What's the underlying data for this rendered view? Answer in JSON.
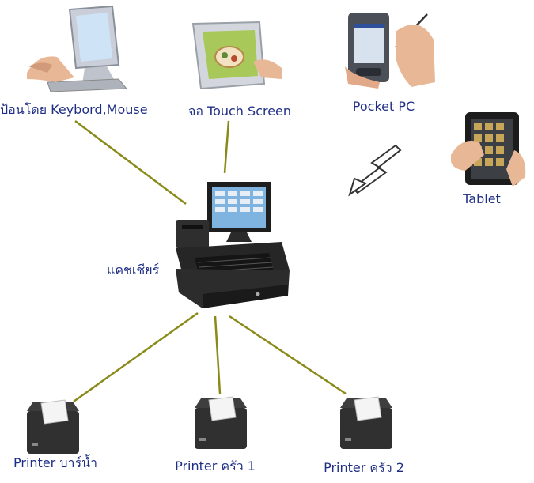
{
  "labels": {
    "keyboard": "ป้อนโดย Keybord,Mouse",
    "touch": "จอ Touch Screen",
    "pocket": "Pocket PC",
    "tablet": "Tablet",
    "cashier": "แคชเชียร์",
    "printer_bar": "Printer บาร์น้ำ",
    "printer_kitchen1": "Printer ครัว 1",
    "printer_kitchen2": "Printer ครัว 2"
  },
  "colors": {
    "label_text": "#1f2f86",
    "connector": "#8a8a1a",
    "device_dark": "#2b2b2b",
    "screen_blue": "#7fb4e0"
  },
  "icons": {
    "keyboard_user": "desktop-computer-icon",
    "touch_screen": "touch-screen-monitor-icon",
    "pocket_pc": "pocket-pc-icon",
    "tablet": "tablet-icon",
    "wireless": "wireless-signal-icon",
    "cashier": "pos-terminal-icon",
    "printer": "receipt-printer-icon"
  }
}
